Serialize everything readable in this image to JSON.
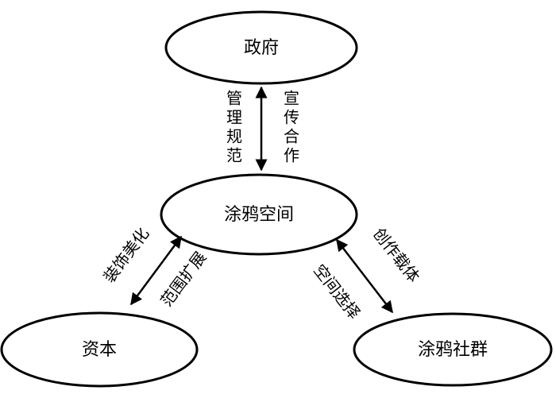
{
  "nodes": {
    "government": "政府",
    "graffiti_space": "涂鸦空间",
    "capital": "资本",
    "graffiti_community": "涂鸦社群"
  },
  "edges": {
    "government_space": {
      "left": "管理规范",
      "right": "宣传合作"
    },
    "capital_space": {
      "upper": "装饰美化",
      "lower": "范围扩展"
    },
    "space_community": {
      "upper": "创作载体",
      "lower": "空间选择"
    }
  }
}
